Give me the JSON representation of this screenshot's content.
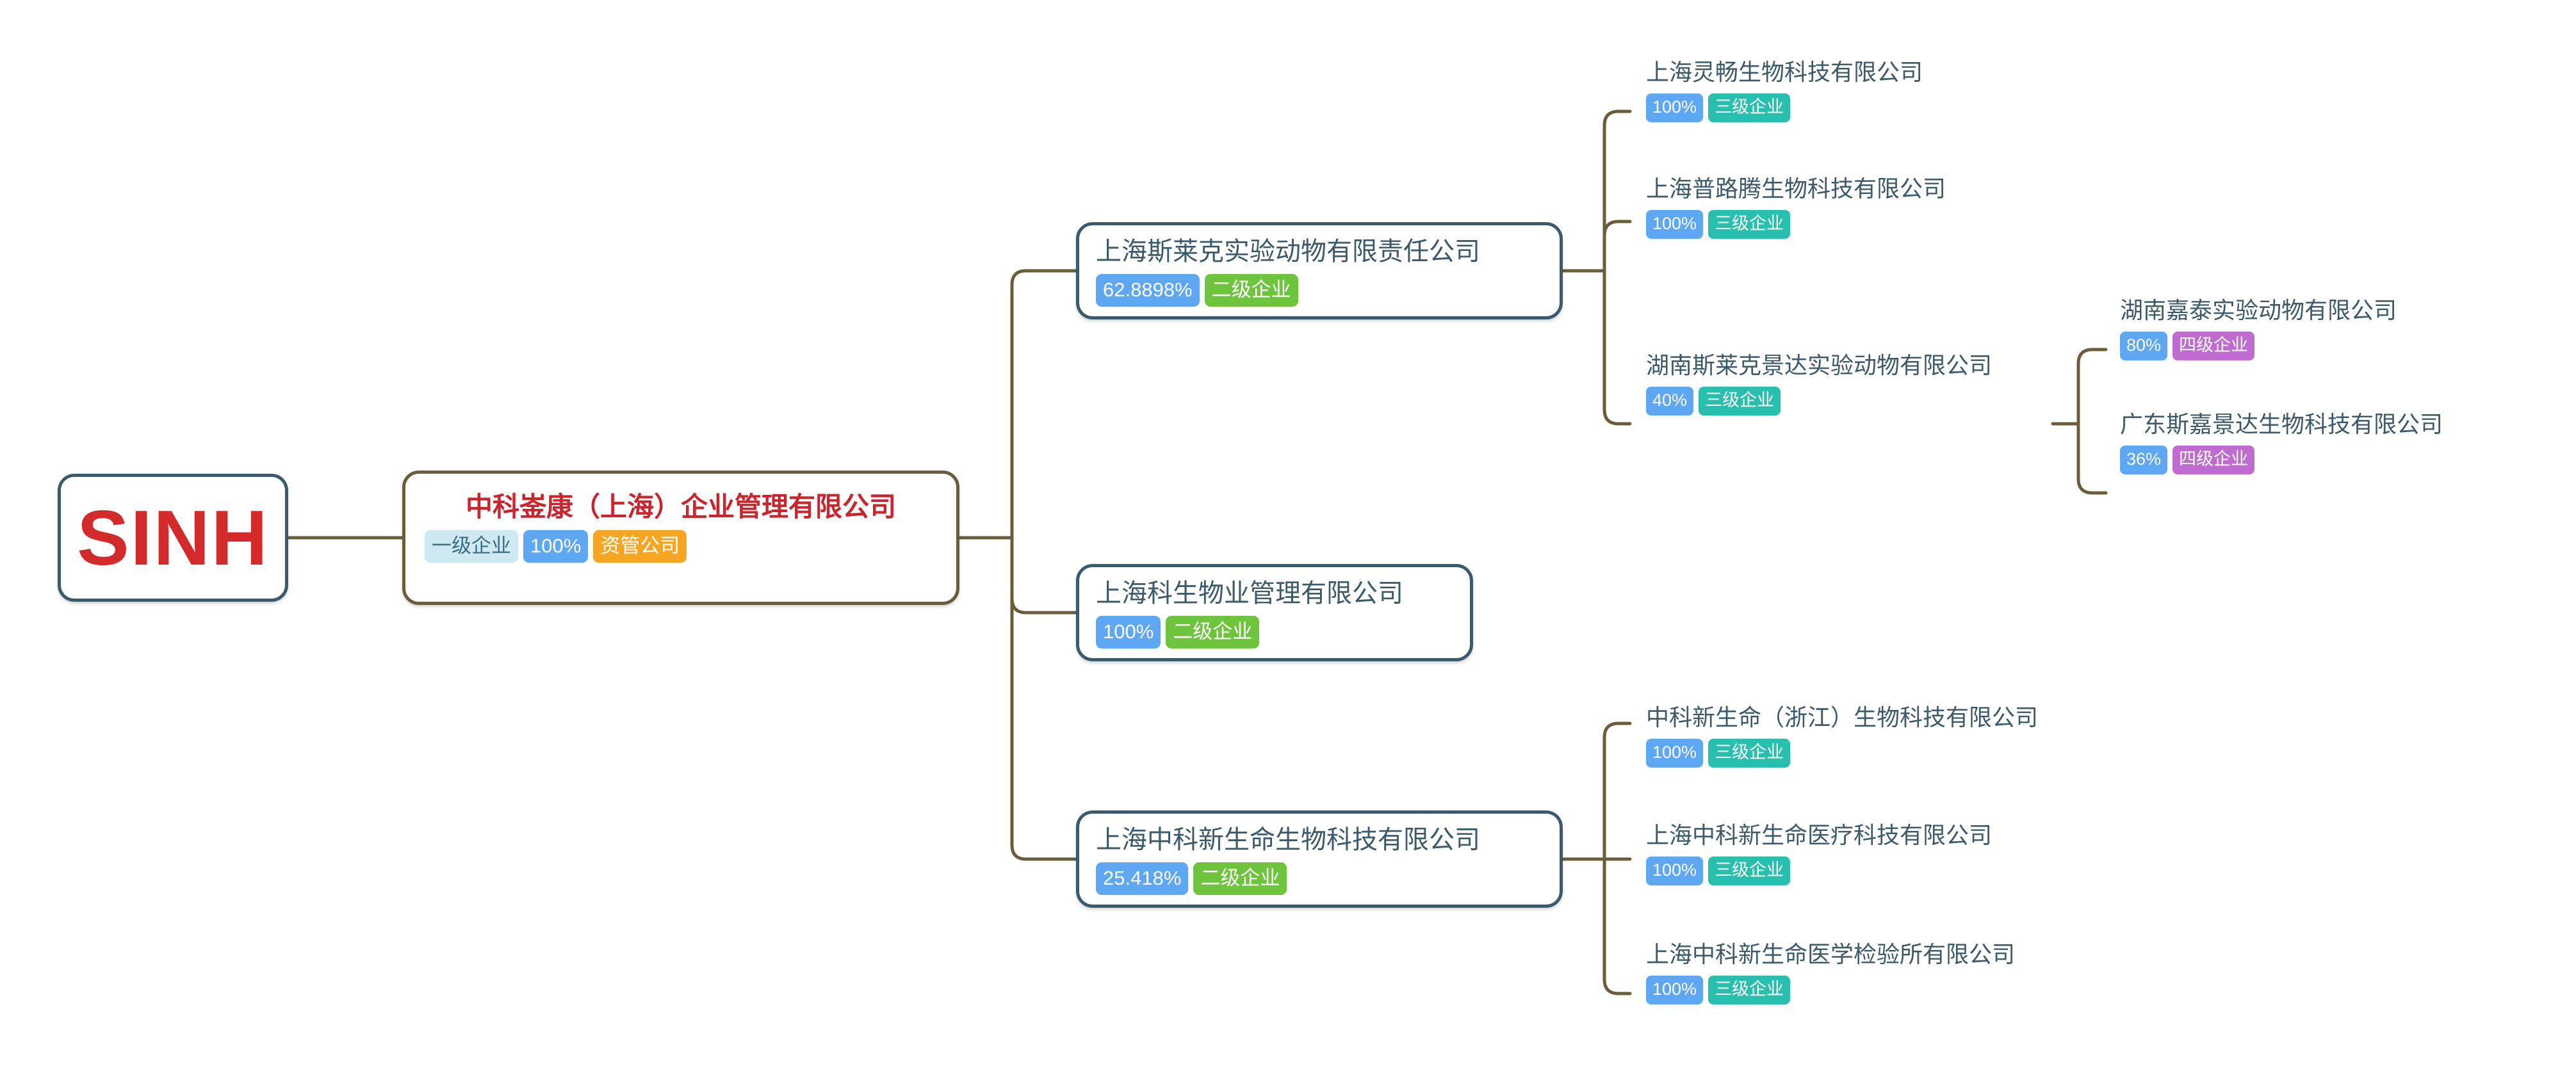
{
  "diagram": {
    "type": "ownership-tree",
    "root": {
      "logo_text": "SINH",
      "name": "root-logo"
    },
    "level1": {
      "title": "中科崟康（上海）企业管理有限公司",
      "badges": [
        {
          "label": "一级企业",
          "style": "lightcyan"
        },
        {
          "label": "100%",
          "style": "pct"
        },
        {
          "label": "资管公司",
          "style": "orange"
        }
      ]
    },
    "level2": [
      {
        "title": "上海斯莱克实验动物有限责任公司",
        "badges": [
          {
            "label": "62.8898%",
            "style": "pct"
          },
          {
            "label": "二级企业",
            "style": "green"
          }
        ]
      },
      {
        "title": "上海科生物业管理有限公司",
        "badges": [
          {
            "label": "100%",
            "style": "pct"
          },
          {
            "label": "二级企业",
            "style": "green"
          }
        ]
      },
      {
        "title": "上海中科新生命生物科技有限公司",
        "badges": [
          {
            "label": "25.418%",
            "style": "pct"
          },
          {
            "label": "二级企业",
            "style": "green"
          }
        ]
      }
    ],
    "level3": [
      {
        "title": "上海灵畅生物科技有限公司",
        "badges": [
          {
            "label": "100%",
            "style": "pct"
          },
          {
            "label": "三级企业",
            "style": "teal"
          }
        ]
      },
      {
        "title": "上海普路腾生物科技有限公司",
        "badges": [
          {
            "label": "100%",
            "style": "pct"
          },
          {
            "label": "三级企业",
            "style": "teal"
          }
        ]
      },
      {
        "title": "湖南斯莱克景达实验动物有限公司",
        "badges": [
          {
            "label": "40%",
            "style": "pct"
          },
          {
            "label": "三级企业",
            "style": "teal"
          }
        ]
      },
      {
        "title": "中科新生命（浙江）生物科技有限公司",
        "badges": [
          {
            "label": "100%",
            "style": "pct"
          },
          {
            "label": "三级企业",
            "style": "teal"
          }
        ]
      },
      {
        "title": "上海中科新生命医疗科技有限公司",
        "badges": [
          {
            "label": "100%",
            "style": "pct"
          },
          {
            "label": "三级企业",
            "style": "teal"
          }
        ]
      },
      {
        "title": "上海中科新生命医学检验所有限公司",
        "badges": [
          {
            "label": "100%",
            "style": "pct"
          },
          {
            "label": "三级企业",
            "style": "teal"
          }
        ]
      }
    ],
    "level4": [
      {
        "title": "湖南嘉泰实验动物有限公司",
        "badges": [
          {
            "label": "80%",
            "style": "pct"
          },
          {
            "label": "四级企业",
            "style": "purple"
          }
        ]
      },
      {
        "title": "广东斯嘉景达生物科技有限公司",
        "badges": [
          {
            "label": "36%",
            "style": "pct"
          },
          {
            "label": "四级企业",
            "style": "purple"
          }
        ]
      }
    ]
  },
  "colors": {
    "connector": "#6b5d3a",
    "box_border": "#3a5a6e",
    "root_box_border": "#3a5a6e",
    "l1_box_border": "#6b5d3a",
    "logo_red": "#d32a2c",
    "title_red": "#c9252d",
    "title_slate": "#3b5a6b",
    "badge_pct": "#5ea7f3",
    "badge_green": "#6ec43c",
    "badge_teal": "#28bfae",
    "badge_purple": "#bf6bcf",
    "badge_orange": "#f6a623",
    "badge_lightcyan": "#cfe9f2",
    "canvas": "#ffffff"
  }
}
